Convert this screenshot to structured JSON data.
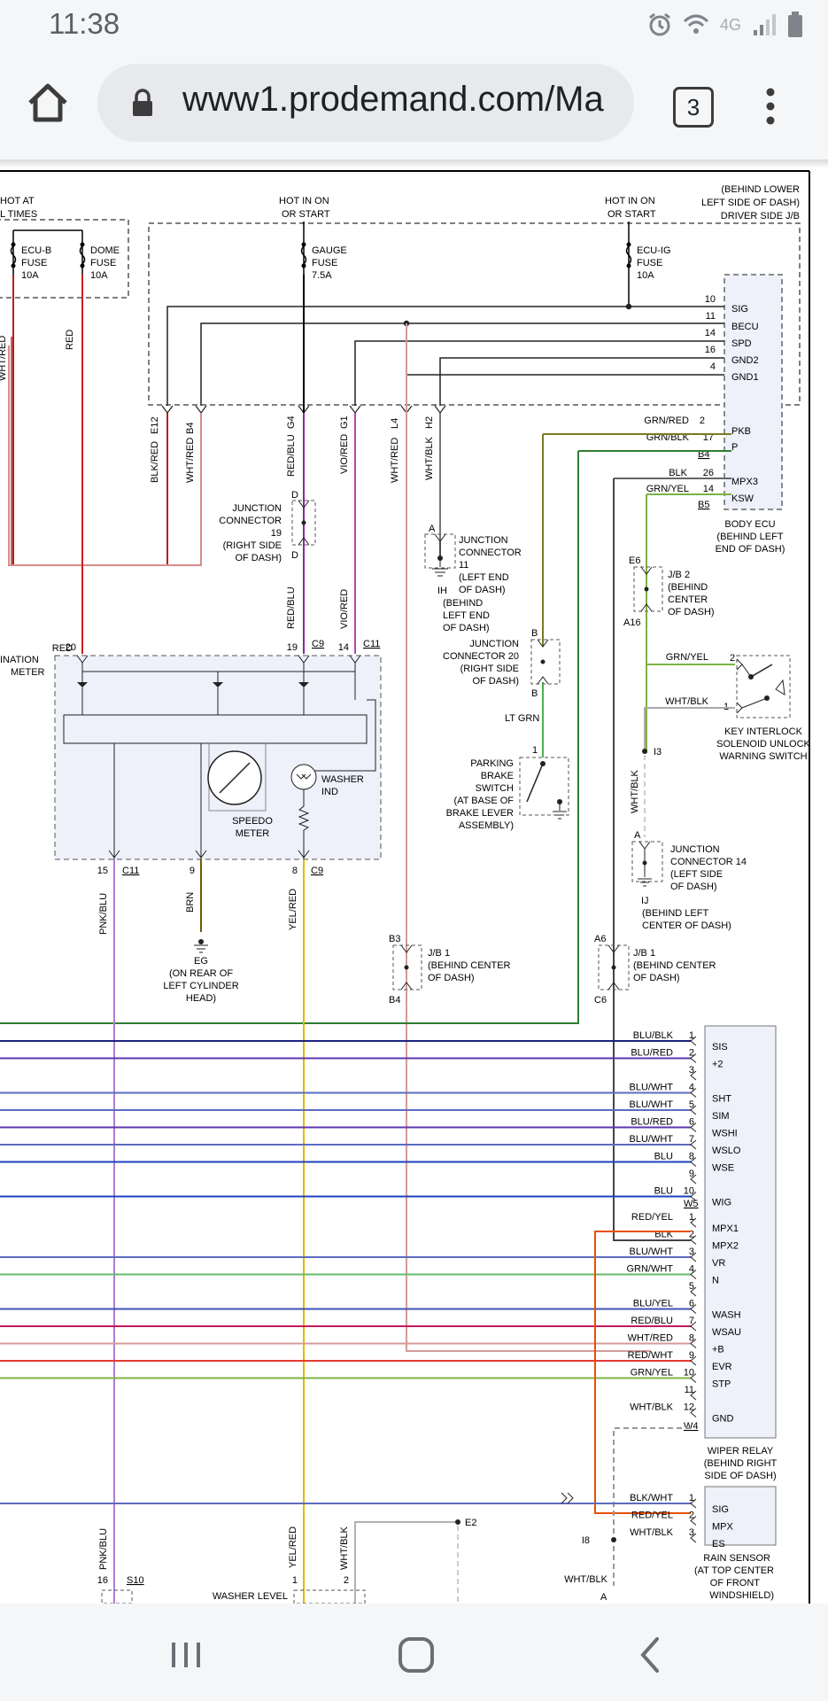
{
  "status": {
    "time": "11:38",
    "network": "4G"
  },
  "browser": {
    "url": "www1.prodemand.com/Ma",
    "tab_count": "3"
  },
  "diagram": {
    "topleft_hot": [
      "HOT AT",
      "L TIMES"
    ],
    "fuse_ecub": [
      "ECU-B",
      "FUSE",
      "10A"
    ],
    "fuse_dome": [
      "DOME",
      "FUSE",
      "10A"
    ],
    "hot_in_on_1": [
      "HOT IN ON",
      "OR START"
    ],
    "fuse_gauge": [
      "GAUGE",
      "FUSE",
      "7.5A"
    ],
    "hot_in_on_2": [
      "HOT IN ON",
      "OR START"
    ],
    "fuse_ecuig": [
      "ECU-IG",
      "FUSE",
      "10A"
    ],
    "behind_lower": [
      "(BEHIND LOWER",
      "LEFT SIDE OF DASH)",
      "DRIVER SIDE J/B"
    ],
    "body_ecu_pins": [
      {
        "num": "10",
        "name": "SIG"
      },
      {
        "num": "11",
        "name": "BECU"
      },
      {
        "num": "14",
        "name": "SPD"
      },
      {
        "num": "16",
        "name": "GND2"
      },
      {
        "num": "4",
        "name": "GND1"
      }
    ],
    "body_ecu_pins2": [
      {
        "wire": "GRN/RED",
        "num": "2",
        "name": "PKB"
      },
      {
        "wire": "GRN/BLK",
        "num": "17",
        "name": "P"
      }
    ],
    "b4_label": "B4",
    "body_ecu_pins3": [
      {
        "wire": "BLK",
        "num": "26",
        "name": "MPX3"
      },
      {
        "wire": "GRN/YEL",
        "num": "14",
        "name": "KSW"
      }
    ],
    "b5_label": "B5",
    "body_ecu_caption": [
      "BODY ECU",
      "(BEHIND LEFT",
      "END OF DASH)"
    ],
    "vert_wires": [
      {
        "wire": "BLK/RED",
        "pin": "E12"
      },
      {
        "wire": "WHT/RED",
        "pin": "B4"
      },
      {
        "wire": "RED/BLU",
        "pin": "G4"
      },
      {
        "wire": "VIO/RED",
        "pin": "G1"
      },
      {
        "wire": "WHT/RED",
        "pin": "L4"
      },
      {
        "wire": "WHT/BLK",
        "pin": "H2"
      }
    ],
    "left_wires": [
      "WHT/RED",
      "RED"
    ],
    "jc19": [
      "JUNCTION",
      "CONNECTOR",
      "19",
      "(RIGHT SIDE",
      "OF DASH)"
    ],
    "jc19_pins": [
      "D",
      "D"
    ],
    "jc11": [
      "JUNCTION",
      "CONNECTOR",
      "11",
      "(LEFT END",
      "OF DASH)"
    ],
    "jc11_ih": [
      "IH",
      "(BEHIND",
      "LEFT END",
      "OF DASH)"
    ],
    "jc11_pin": "A",
    "jc20": [
      "JUNCTION",
      "CONNECTOR 20",
      "(RIGHT SIDE",
      "OF DASH)"
    ],
    "jc20_pins": [
      "B",
      "B"
    ],
    "lt_grn": "LT GRN",
    "red_label": "RED",
    "red_blu2": "RED/BLU",
    "vio_red2": "VIO/RED",
    "meter_pins_top": [
      {
        "num": "20",
        "conn": ""
      },
      {
        "num": "19",
        "conn": "C9"
      },
      {
        "num": "14",
        "conn": "C11"
      }
    ],
    "meter_label": [
      "INATION",
      "METER"
    ],
    "speedo": [
      "SPEEDO",
      "METER"
    ],
    "washer_ind": [
      "WASHER",
      "IND"
    ],
    "meter_pins_bottom": [
      {
        "num": "15",
        "conn": "C11"
      },
      {
        "num": "9",
        "conn": ""
      },
      {
        "num": "8",
        "conn": "C9"
      }
    ],
    "bottom_wires": [
      "PNK/BLU",
      "BRN",
      "YEL/RED"
    ],
    "eg": [
      "EG",
      "(ON REAR OF",
      "LEFT CYLINDER",
      "HEAD)"
    ],
    "jb2": [
      "J/B 2",
      "(BEHIND",
      "CENTER",
      "OF DASH)"
    ],
    "jb2_pins": [
      "E6",
      "A16"
    ],
    "grn_yel": "GRN/YEL",
    "key_interlock": [
      "KEY INTERLOCK",
      "SOLENOID UNLOCK",
      "WARNING SWITCH"
    ],
    "key_pins": [
      "2",
      "1"
    ],
    "wht_blk": "WHT/BLK",
    "i3": "I3",
    "parking": [
      "PARKING",
      "BRAKE",
      "SWITCH",
      "(AT BASE OF",
      "BRAKE LEVER",
      "ASSEMBLY)"
    ],
    "parking_pin": "1",
    "jc14": [
      "JUNCTION",
      "CONNECTOR 14",
      "(LEFT SIDE",
      "OF DASH)"
    ],
    "jc14_pin": "A",
    "ij": [
      "IJ",
      "(BEHIND LEFT",
      "CENTER OF DASH)"
    ],
    "jb1_a": [
      "J/B 1",
      "(BEHIND CENTER",
      "OF DASH)"
    ],
    "jb1_a_pins": [
      "B3",
      "B4"
    ],
    "jb1_b": [
      "J/B 1",
      "(BEHIND CENTER",
      "OF DASH)"
    ],
    "jb1_b_pins": [
      "A6",
      "C6"
    ],
    "w5_pins": [
      {
        "wire": "BLU/BLK",
        "num": "1",
        "name": "SIS"
      },
      {
        "wire": "BLU/RED",
        "num": "2",
        "name": "+2"
      },
      {
        "wire": "",
        "num": "3",
        "name": ""
      },
      {
        "wire": "BLU/WHT",
        "num": "4",
        "name": "SHT"
      },
      {
        "wire": "BLU/WHT",
        "num": "5",
        "name": "SIM"
      },
      {
        "wire": "BLU/RED",
        "num": "6",
        "name": "WSHI"
      },
      {
        "wire": "BLU/WHT",
        "num": "7",
        "name": "WSLO"
      },
      {
        "wire": "BLU",
        "num": "8",
        "name": "WSE"
      },
      {
        "wire": "",
        "num": "9",
        "name": ""
      },
      {
        "wire": "BLU",
        "num": "10",
        "name": "WIG"
      }
    ],
    "w5_label": "W5",
    "w4_pins": [
      {
        "wire": "RED/YEL",
        "num": "1",
        "name": "MPX1"
      },
      {
        "wire": "BLK",
        "num": "2",
        "name": "MPX2"
      },
      {
        "wire": "BLU/WHT",
        "num": "3",
        "name": "VR"
      },
      {
        "wire": "GRN/WHT",
        "num": "4",
        "name": "N"
      },
      {
        "wire": "",
        "num": "5",
        "name": ""
      },
      {
        "wire": "BLU/YEL",
        "num": "6",
        "name": "WASH"
      },
      {
        "wire": "RED/BLU",
        "num": "7",
        "name": "WSAU"
      },
      {
        "wire": "WHT/RED",
        "num": "8",
        "name": "+B"
      },
      {
        "wire": "RED/WHT",
        "num": "9",
        "name": "EVR"
      },
      {
        "wire": "GRN/YEL",
        "num": "10",
        "name": "STP"
      },
      {
        "wire": "",
        "num": "11",
        "name": ""
      },
      {
        "wire": "WHT/BLK",
        "num": "12",
        "name": "GND"
      }
    ],
    "w4_label": "W4",
    "wiper_relay": [
      "WIPER RELAY",
      "(BEHIND RIGHT",
      "SIDE OF DASH)"
    ],
    "rain_pins": [
      {
        "wire": "BLK/WHT",
        "num": "1",
        "name": "SIG"
      },
      {
        "wire": "RED/YEL",
        "num": "2",
        "name": "MPX"
      },
      {
        "wire": "WHT/BLK",
        "num": "3",
        "name": "ES"
      }
    ],
    "i8": "I8",
    "rain_sensor": [
      "RAIN SENSOR",
      "(AT TOP CENTER",
      "OF FRONT",
      "WINDSHIELD)"
    ],
    "bottom_left_wires": [
      "PNK/BLU",
      "YEL/RED",
      "WHT/BLK"
    ],
    "e2": "E2",
    "s10": [
      "16",
      "S10"
    ],
    "washer_level": "WASHER LEVEL",
    "washer_level_pins": [
      "1",
      "2"
    ],
    "wht_blk_bottom": "WHT/BLK",
    "a_bottom": "A"
  }
}
